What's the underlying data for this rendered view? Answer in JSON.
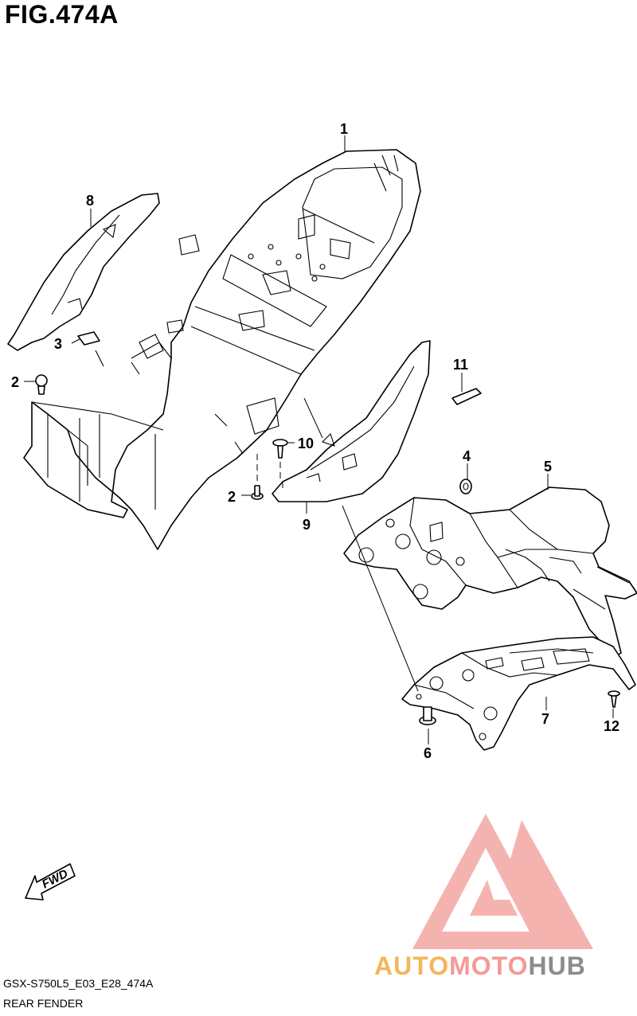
{
  "header": {
    "figure_title": "FIG.474A"
  },
  "callouts": [
    {
      "id": "c1",
      "label": "1"
    },
    {
      "id": "c2a",
      "label": "2"
    },
    {
      "id": "c2b",
      "label": "2"
    },
    {
      "id": "c3",
      "label": "3"
    },
    {
      "id": "c4",
      "label": "4"
    },
    {
      "id": "c5",
      "label": "5"
    },
    {
      "id": "c6",
      "label": "6"
    },
    {
      "id": "c7",
      "label": "7"
    },
    {
      "id": "c8",
      "label": "8"
    },
    {
      "id": "c9",
      "label": "9"
    },
    {
      "id": "c10",
      "label": "10"
    },
    {
      "id": "c11",
      "label": "11"
    },
    {
      "id": "c12",
      "label": "12"
    }
  ],
  "direction_arrow": {
    "label": "FWD"
  },
  "footer": {
    "diagram_code": "GSX-S750L5_E03_E28_474A",
    "section_name": "REAR FENDER"
  },
  "watermark": {
    "part1": "AUTO",
    "part2": "MOTO",
    "part3": "HUB",
    "colors": {
      "auto": "#f4b65a",
      "moto": "#f29a96",
      "hub": "#8c8c8c",
      "logo": "#f29a96"
    }
  }
}
